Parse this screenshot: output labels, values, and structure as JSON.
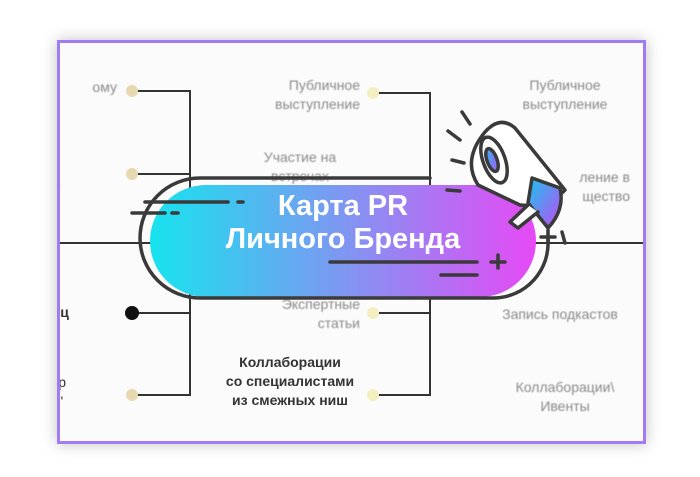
{
  "left_column": [
    "ому",
    "еч и\nмесяц",
    "траниц",
    "й эфир\nмство\""
  ],
  "middle_column": [
    "Публичное\nвыступление",
    "Участие на\nвстречах",
    "Экспертные\nстатьи",
    "Коллаборации\nсо специалистами\nиз смежных ниш"
  ],
  "right_column": [
    "Публичное\nвыступление",
    "ление в\nщество",
    "Запись подкастов",
    "Коллаборации\\\nИвенты"
  ],
  "title": {
    "line1": "Карта PR",
    "line2": "Личного Бренда"
  },
  "colors": {
    "frame": "#a07cf0",
    "gradient_start": "#17e3ee",
    "gradient_end": "#e64af5",
    "dot": "#e6d9b0"
  }
}
